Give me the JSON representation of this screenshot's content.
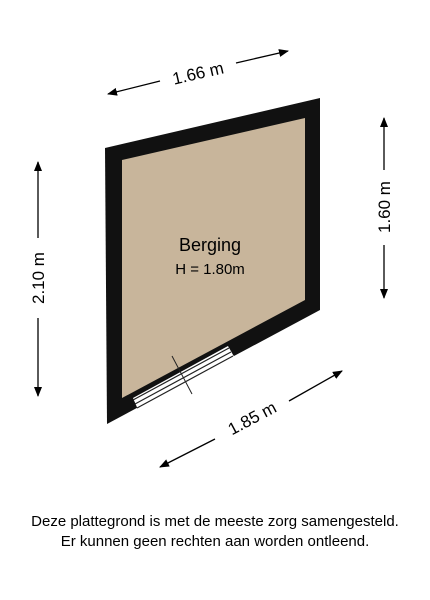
{
  "room": {
    "name": "Berging",
    "height": "H = 1.80m"
  },
  "dimensions": {
    "top": "1.66 m",
    "bottom": "1.85 m",
    "left": "2.10 m",
    "right": "1.60 m"
  },
  "colors": {
    "wall": "#111111",
    "floor": "#c8b59b"
  },
  "disclaimer": {
    "line1": "Deze plattegrond is met de meeste zorg samengesteld.",
    "line2": "Er kunnen geen rechten aan worden ontleend."
  }
}
